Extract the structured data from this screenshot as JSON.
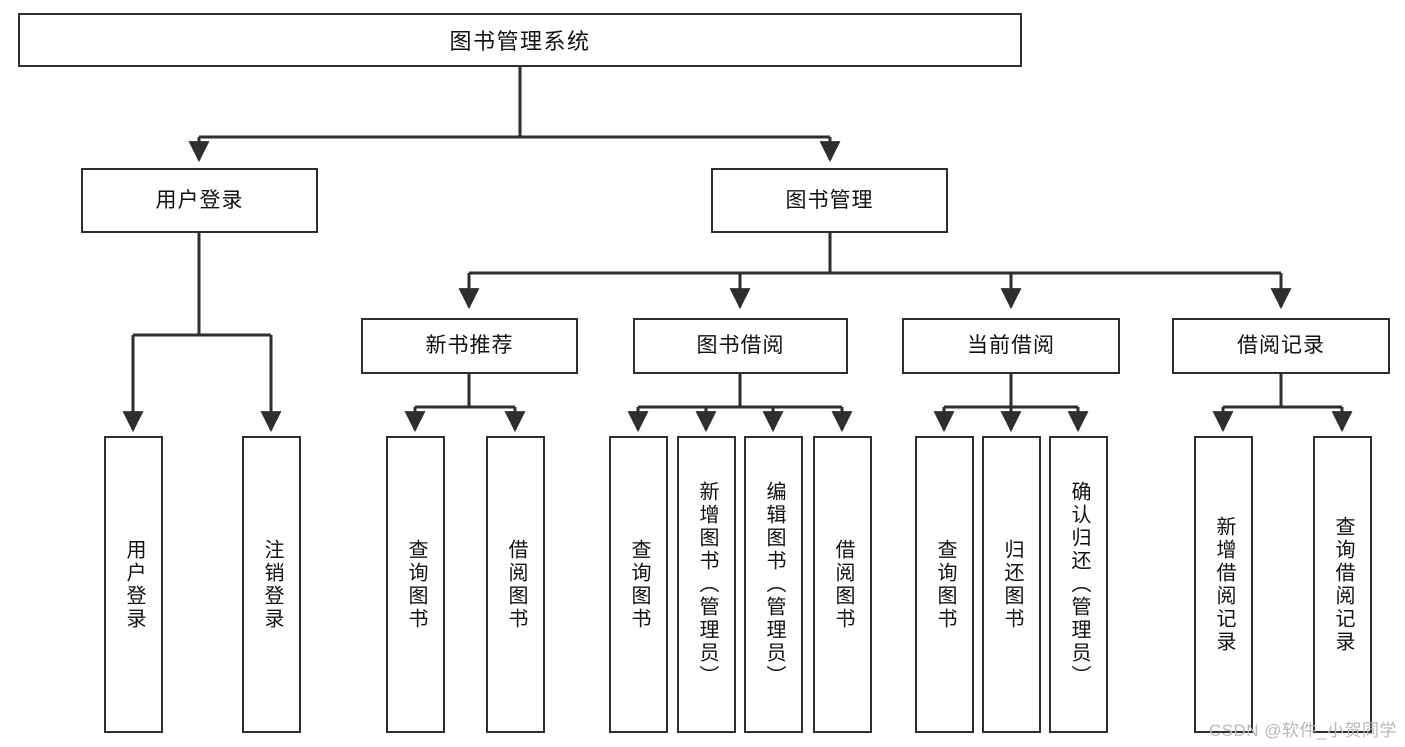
{
  "diagram": {
    "title": "图书管理系统",
    "type": "tree",
    "watermark": "CSDN @软件_小贺同学",
    "colors": {
      "stroke": "#2e2e2e",
      "fill": "#ffffff",
      "text": "#111111",
      "watermark": "#b9b9b9"
    },
    "root": {
      "label": "图书管理系统"
    },
    "level2": [
      {
        "label": "用户登录"
      },
      {
        "label": "图书管理"
      }
    ],
    "level3": [
      {
        "label": "新书推荐"
      },
      {
        "label": "图书借阅"
      },
      {
        "label": "当前借阅"
      },
      {
        "label": "借阅记录"
      }
    ],
    "leaves": {
      "user_login": [
        {
          "label": "用户登录"
        },
        {
          "label": "注销登录"
        }
      ],
      "new_book": [
        {
          "label": "查询图书"
        },
        {
          "label": "借阅图书"
        }
      ],
      "borrow": [
        {
          "label": "查询图书"
        },
        {
          "label": "新增图书（管理员）"
        },
        {
          "label": "编辑图书（管理员）"
        },
        {
          "label": "借阅图书"
        }
      ],
      "current": [
        {
          "label": "查询图书"
        },
        {
          "label": "归还图书"
        },
        {
          "label": "确认归还（管理员）"
        }
      ],
      "records": [
        {
          "label": "新增借阅记录"
        },
        {
          "label": "查询借阅记录"
        }
      ]
    }
  }
}
